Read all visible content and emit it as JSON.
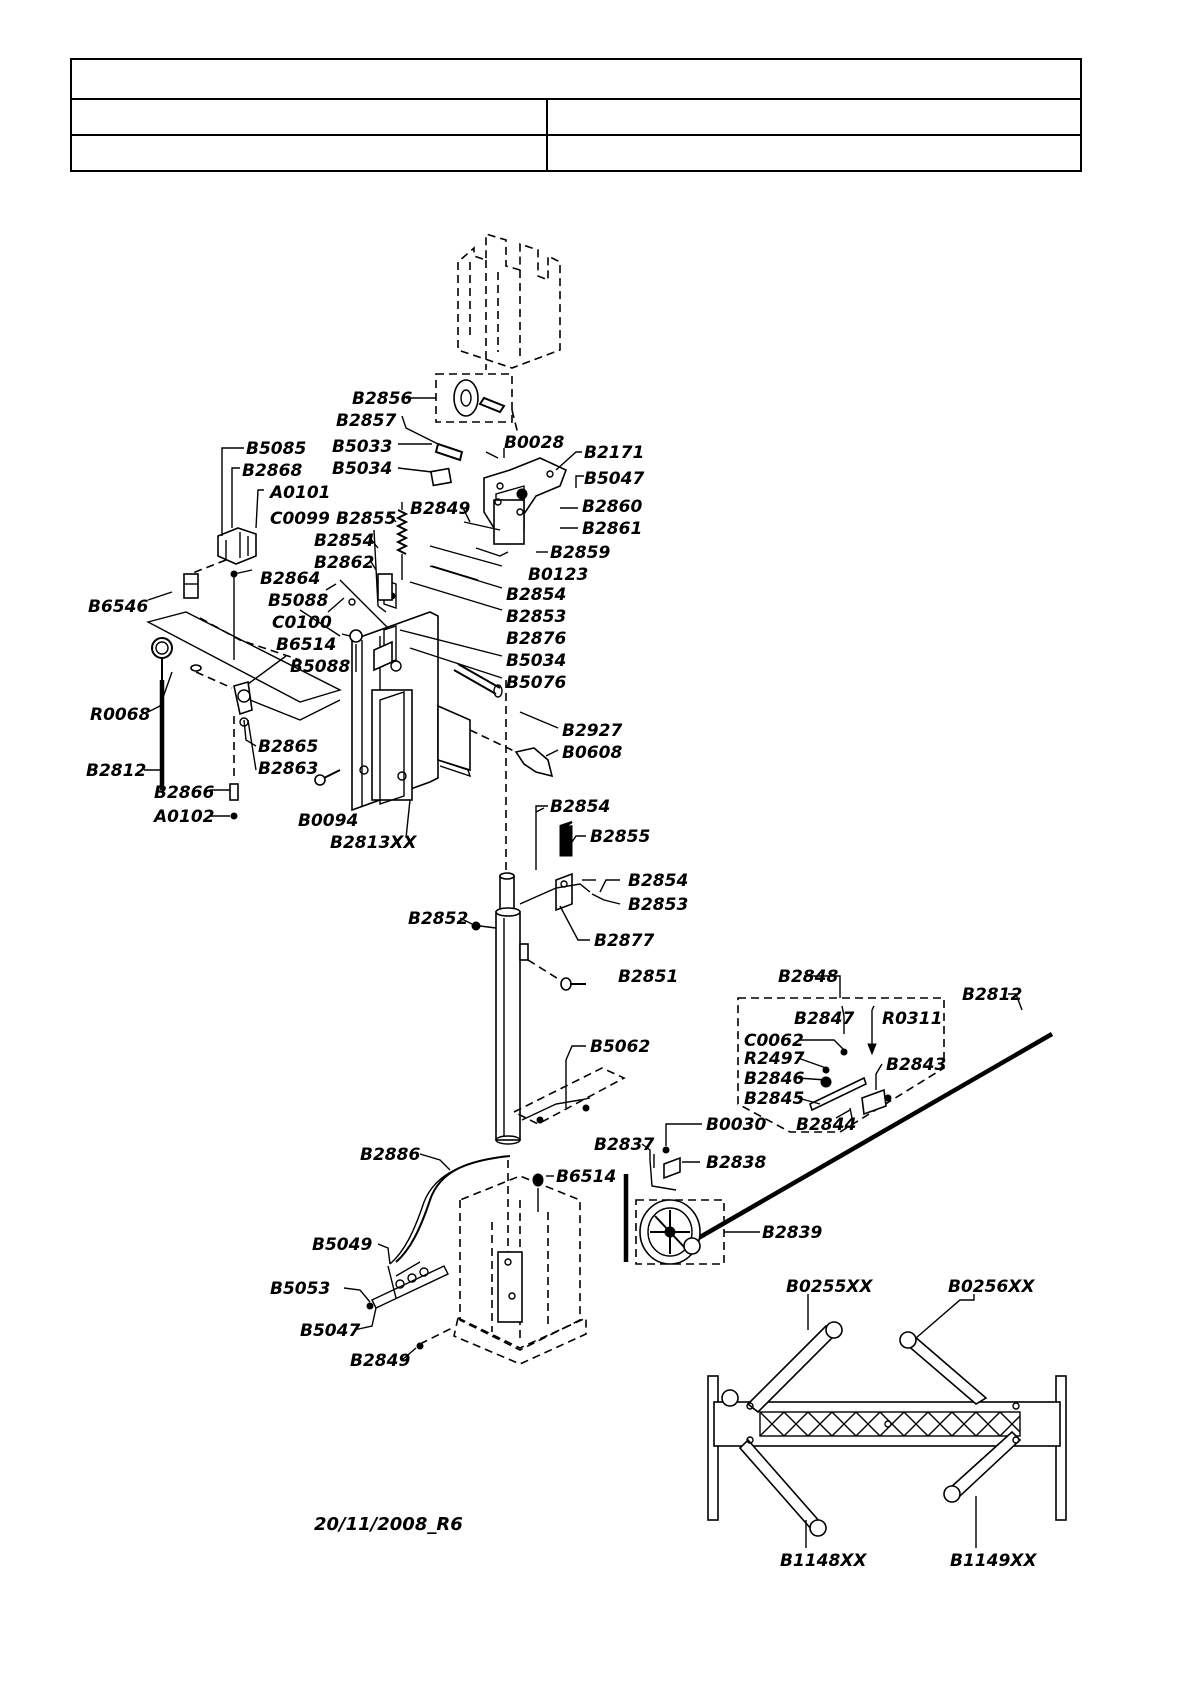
{
  "header": {
    "title": "",
    "left_row2": "",
    "right_row2": "",
    "left_row3": "",
    "right_row3": ""
  },
  "footer": {
    "date_rev": "20/11/2008_R6"
  },
  "labels": [
    "B2856",
    "B2857",
    "B5085",
    "B5033",
    "B0028",
    "B2171",
    "B2868",
    "B5034",
    "B5047",
    "A0101",
    "B2849",
    "B2860",
    "B2861",
    "C0099",
    "B2855",
    "B2854",
    "B2859",
    "B2862",
    "B0123",
    "B2864",
    "B2854",
    "B6546",
    "B5088",
    "B2853",
    "C0100",
    "B2876",
    "B6514",
    "B5034",
    "B5088",
    "B5076",
    "R0068",
    "B2927",
    "B2865",
    "B2863",
    "B0608",
    "B2812",
    "B2866",
    "B0094",
    "A0102",
    "B2813XX",
    "B2854",
    "B2855",
    "B2854",
    "B2853",
    "B2852",
    "B2877",
    "B2851",
    "B2848",
    "B2847",
    "R0311",
    "B2812",
    "C0062",
    "R2497",
    "B2843",
    "B2846",
    "B2845",
    "B5062",
    "B2844",
    "B2837",
    "B0030",
    "B2838",
    "B2886",
    "B6514",
    "B2839",
    "B5049",
    "B5053",
    "B5047",
    "B2849",
    "B0255XX",
    "B0256XX",
    "B1148XX",
    "B1149XX"
  ]
}
